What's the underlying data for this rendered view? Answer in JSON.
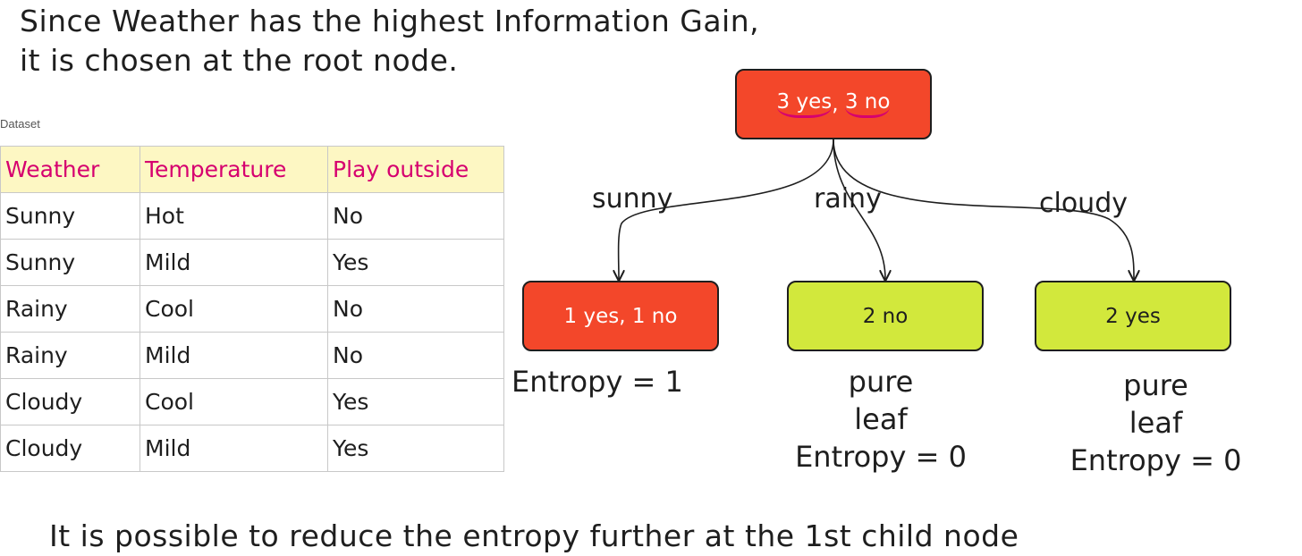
{
  "intro": {
    "line1": "Since Weather has the highest Information Gain,",
    "line2": "it is chosen at the root node."
  },
  "dataset": {
    "label": "Dataset",
    "headers": [
      "Weather",
      "Temperature",
      "Play outside"
    ],
    "rows": [
      [
        "Sunny",
        "Hot",
        "No"
      ],
      [
        "Sunny",
        "Mild",
        "Yes"
      ],
      [
        "Rainy",
        "Cool",
        "No"
      ],
      [
        "Rainy",
        "Mild",
        "No"
      ],
      [
        "Cloudy",
        "Cool",
        "Yes"
      ],
      [
        "Cloudy",
        "Mild",
        "Yes"
      ]
    ]
  },
  "tree": {
    "root": {
      "yes": "3 yes",
      "sep": ",",
      "no": "3 no"
    },
    "edges": {
      "sunny": "sunny",
      "rainy": "rainy",
      "cloudy": "cloudy"
    },
    "children": {
      "left": "1 yes, 1 no",
      "middle": "2 no",
      "right": "2 yes"
    },
    "notes": {
      "left_entropy": "Entropy = 1",
      "middle_pure": "pure",
      "middle_leaf": "leaf",
      "middle_entropy": "Entropy = 0",
      "right_pure": "pure",
      "right_leaf": "leaf",
      "right_entropy": "Entropy = 0"
    }
  },
  "footer": "It is possible to reduce the entropy further at the 1st child node",
  "colors": {
    "impure_node": "#f3472a",
    "pure_node": "#d2e83c",
    "header_bg": "#fdf7c3",
    "header_text": "#d6006f"
  }
}
